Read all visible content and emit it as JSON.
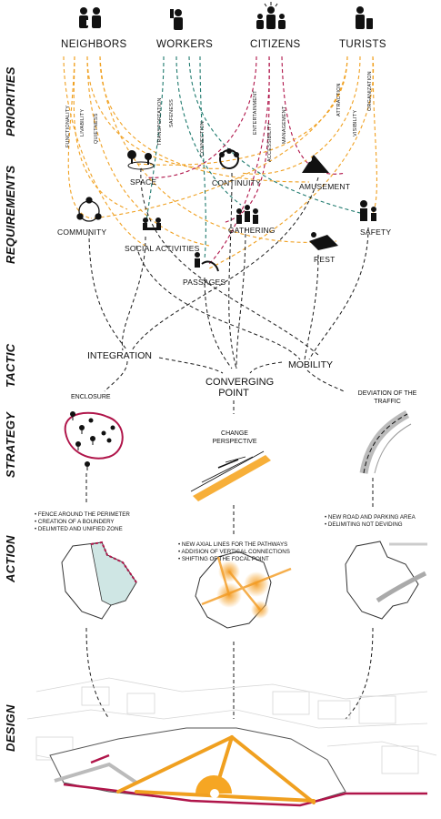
{
  "sections": [
    "PRIORITIES",
    "REQUIREMENTS",
    "TACTIC",
    "STRATEGY",
    "ACTION",
    "DESIGN"
  ],
  "groups": [
    "NEIGHBORS",
    "WORKERS",
    "CITIZENS",
    "TURISTS"
  ],
  "priorities": {
    "neighbors": [
      "FUNCTIONALITY",
      "LIVABILITY",
      "QUIETNESS"
    ],
    "workers": [
      "TRANSPORTATION",
      "SAFENESS",
      "CONNECTION"
    ],
    "citizens": [
      "ENTERTAINMENT",
      "ACCESSIBILITY",
      "MANAGEMENT"
    ],
    "turists": [
      "ATTRACTION",
      "VISIBILITY",
      "ORGANIZATION"
    ]
  },
  "requirements": [
    "SPACE",
    "CONTINUITY",
    "AMUSEMENT",
    "COMMUNITY",
    "SOCIAL ACTIVITIES",
    "GATHERING",
    "SAFETY",
    "REST",
    "PASSAGES"
  ],
  "tactic": {
    "integration": "INTEGRATION",
    "mobility": "MOBILITY",
    "converging_line1": "CONVERGING",
    "converging_line2": "POINT"
  },
  "strategy": {
    "enclosure": "ENCLOSURE",
    "change_line1": "CHANGE",
    "change_line2": "PERSPECTIVE",
    "deviation_line1": "DEVIATION OF THE",
    "deviation_line2": "TRAFFIC"
  },
  "actions": {
    "left": [
      "FENCE AROUND THE PERIMETER",
      "CREATION OF A BOUNDERY",
      "DELIMITED AND UNIFIED ZONE"
    ],
    "center": [
      "NEW AXIAL LINES FOR THE PATHWAYS",
      "ADDISION OF VERTICAL CONNECTIONS",
      "SHIFTING OF THE FOCAL POINT"
    ],
    "right": [
      "NEW ROAD AND PARKING AREA",
      "DELIMITING NOT DEVIDING"
    ]
  },
  "colors": {
    "orange": "#f0a020",
    "teal": "#1f7a6e",
    "crimson": "#b0154a",
    "black": "#1a1a1a",
    "pale_teal": "#cfe6e4",
    "accent_orange": "#f6a623"
  }
}
